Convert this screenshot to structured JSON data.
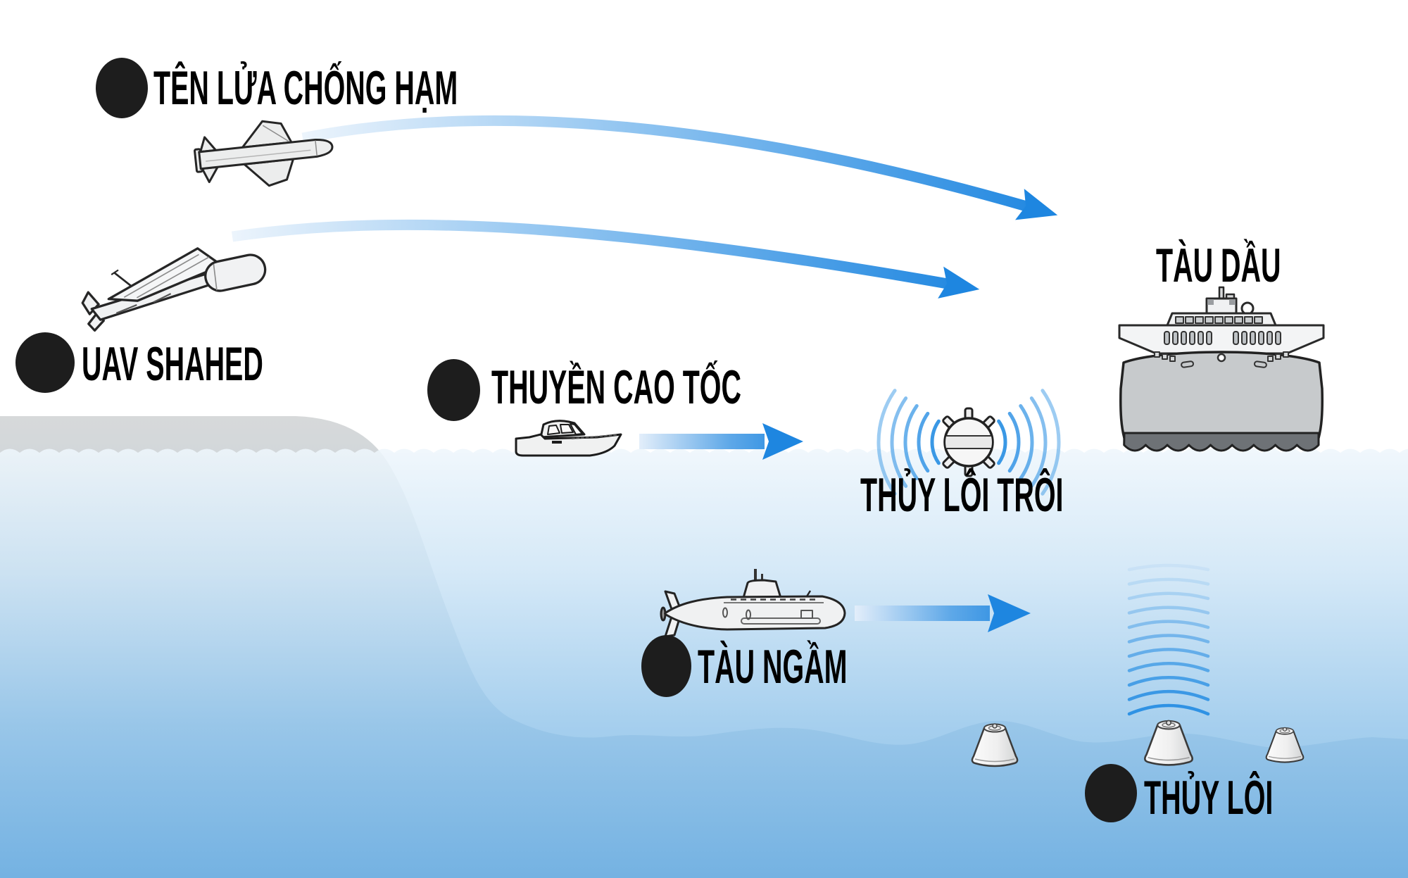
{
  "diagram": {
    "labels": {
      "anti_ship_missile": "TÊN LỬA CHỐNG HẠM",
      "uav": "UAV SHAHED",
      "speedboat": "THUYỀN CAO TỐC",
      "drifting_mine": "THỦY LÔI TRÔI",
      "oil_tanker": "TÀU DẦU",
      "submarine": "TÀU NGẦM",
      "seabed_mine": "THỦY LÔI"
    },
    "colors": {
      "arrow_blue": "#1e86e0",
      "sonar_blue": "#2f92e4",
      "water_deep": "#79b6e4",
      "water_surface": "#eef6fc",
      "shore_gray": "#d7d9da",
      "bullet_black": "#1d1d1d",
      "tanker_hull_gray": "#c7cacc",
      "tanker_waterline_dark": "#6e7276"
    }
  }
}
